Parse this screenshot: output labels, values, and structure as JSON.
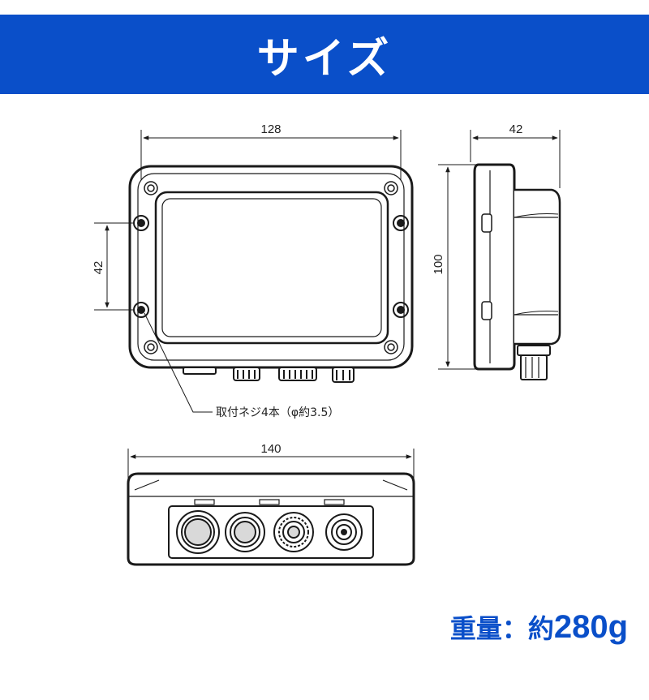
{
  "header": {
    "title": "サイズ"
  },
  "dimensions": {
    "front_width": "128",
    "side_depth": "42",
    "hole_pitch": "42",
    "height": "100",
    "bottom_width": "140"
  },
  "annotation": {
    "screws": "取付ネジ4本（φ約3.5）"
  },
  "weight": {
    "label": "重量：約",
    "value": "280g"
  },
  "colors": {
    "accent": "#0a4fc9",
    "line": "#1a1a1a"
  }
}
